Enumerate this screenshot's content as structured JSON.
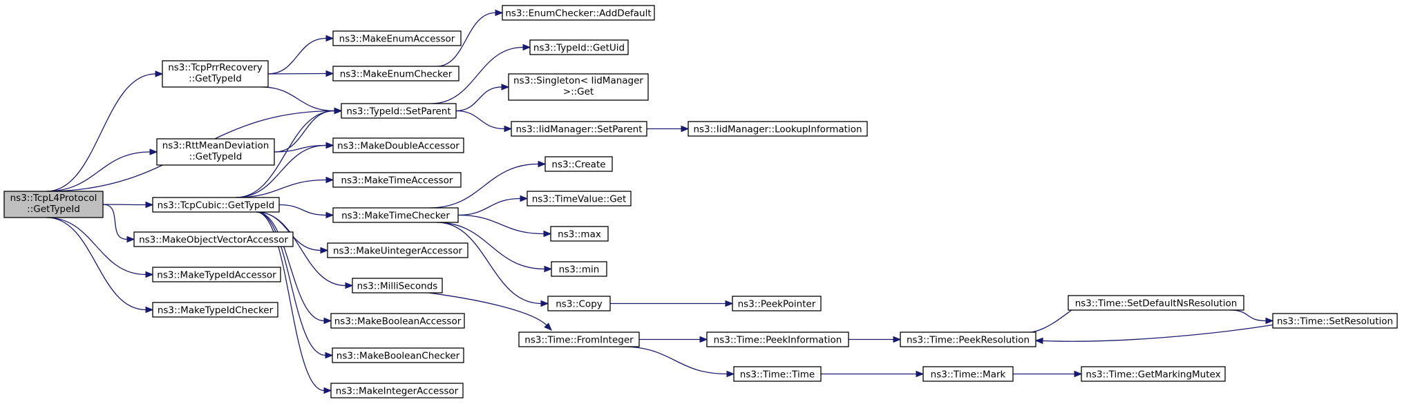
{
  "graph": {
    "nodes": [
      {
        "id": "root",
        "lines": [
          "ns3::TcpL4Protocol",
          "::GetTypeId"
        ],
        "root": true
      },
      {
        "id": "prr",
        "lines": [
          "ns3::TcpPrrRecovery",
          "::GetTypeId"
        ]
      },
      {
        "id": "rtt",
        "lines": [
          "ns3::RttMeanDeviation",
          "::GetTypeId"
        ]
      },
      {
        "id": "cubic",
        "lines": [
          "ns3::TcpCubic::GetTypeId"
        ]
      },
      {
        "id": "movec",
        "lines": [
          "ns3::MakeObjectVectorAccessor"
        ]
      },
      {
        "id": "mtid_acc",
        "lines": [
          "ns3::MakeTypeIdAccessor"
        ]
      },
      {
        "id": "mtid_chk",
        "lines": [
          "ns3::MakeTypeIdChecker"
        ]
      },
      {
        "id": "menum_acc",
        "lines": [
          "ns3::MakeEnumAccessor"
        ]
      },
      {
        "id": "menum_chk",
        "lines": [
          "ns3::MakeEnumChecker"
        ]
      },
      {
        "id": "setparent",
        "lines": [
          "ns3::TypeId::SetParent"
        ]
      },
      {
        "id": "mdouble",
        "lines": [
          "ns3::MakeDoubleAccessor"
        ]
      },
      {
        "id": "mtime_acc",
        "lines": [
          "ns3::MakeTimeAccessor"
        ]
      },
      {
        "id": "mtime_chk",
        "lines": [
          "ns3::MakeTimeChecker"
        ]
      },
      {
        "id": "muint",
        "lines": [
          "ns3::MakeUintegerAccessor"
        ]
      },
      {
        "id": "millis",
        "lines": [
          "ns3::MilliSeconds"
        ]
      },
      {
        "id": "mbool_acc",
        "lines": [
          "ns3::MakeBooleanAccessor"
        ]
      },
      {
        "id": "mbool_chk",
        "lines": [
          "ns3::MakeBooleanChecker"
        ]
      },
      {
        "id": "mint",
        "lines": [
          "ns3::MakeIntegerAccessor"
        ]
      },
      {
        "id": "enumadd",
        "lines": [
          "ns3::EnumChecker::AddDefault"
        ]
      },
      {
        "id": "getuid",
        "lines": [
          "ns3::TypeId::GetUid"
        ]
      },
      {
        "id": "singleton",
        "lines": [
          "ns3::Singleton< IidManager",
          ">::Get"
        ]
      },
      {
        "id": "iidsetparent",
        "lines": [
          "ns3::IidManager::SetParent"
        ]
      },
      {
        "id": "lookup",
        "lines": [
          "ns3::IidManager::LookupInformation"
        ]
      },
      {
        "id": "create",
        "lines": [
          "ns3::Create"
        ]
      },
      {
        "id": "tvget",
        "lines": [
          "ns3::TimeValue::Get"
        ]
      },
      {
        "id": "max",
        "lines": [
          "ns3::max"
        ]
      },
      {
        "id": "min",
        "lines": [
          "ns3::min"
        ]
      },
      {
        "id": "copy",
        "lines": [
          "ns3::Copy"
        ]
      },
      {
        "id": "peekptr",
        "lines": [
          "ns3::PeekPointer"
        ]
      },
      {
        "id": "frominteger",
        "lines": [
          "ns3::Time::FromInteger"
        ]
      },
      {
        "id": "peekinfo",
        "lines": [
          "ns3::Time::PeekInformation"
        ]
      },
      {
        "id": "timetime",
        "lines": [
          "ns3::Time::Time"
        ]
      },
      {
        "id": "peekres",
        "lines": [
          "ns3::Time::PeekResolution"
        ]
      },
      {
        "id": "mark",
        "lines": [
          "ns3::Time::Mark"
        ]
      },
      {
        "id": "setdefault",
        "lines": [
          "ns3::Time::SetDefaultNsResolution"
        ]
      },
      {
        "id": "setres",
        "lines": [
          "ns3::Time::SetResolution"
        ]
      },
      {
        "id": "getmutex",
        "lines": [
          "ns3::Time::GetMarkingMutex"
        ]
      }
    ],
    "edges": [
      [
        "root",
        "prr"
      ],
      [
        "root",
        "setparent"
      ],
      [
        "root",
        "rtt"
      ],
      [
        "root",
        "cubic"
      ],
      [
        "root",
        "movec"
      ],
      [
        "root",
        "mtid_acc"
      ],
      [
        "root",
        "mtid_chk"
      ],
      [
        "prr",
        "menum_acc"
      ],
      [
        "prr",
        "menum_chk"
      ],
      [
        "prr",
        "setparent"
      ],
      [
        "rtt",
        "setparent"
      ],
      [
        "rtt",
        "mdouble"
      ],
      [
        "cubic",
        "setparent"
      ],
      [
        "cubic",
        "mdouble"
      ],
      [
        "cubic",
        "mtime_acc"
      ],
      [
        "cubic",
        "mtime_chk"
      ],
      [
        "cubic",
        "muint"
      ],
      [
        "cubic",
        "millis"
      ],
      [
        "cubic",
        "mbool_acc"
      ],
      [
        "cubic",
        "mbool_chk"
      ],
      [
        "cubic",
        "mint"
      ],
      [
        "menum_chk",
        "enumadd"
      ],
      [
        "setparent",
        "getuid"
      ],
      [
        "setparent",
        "singleton"
      ],
      [
        "setparent",
        "iidsetparent"
      ],
      [
        "iidsetparent",
        "lookup"
      ],
      [
        "mtime_chk",
        "create"
      ],
      [
        "mtime_chk",
        "tvget"
      ],
      [
        "mtime_chk",
        "max"
      ],
      [
        "mtime_chk",
        "min"
      ],
      [
        "mtime_chk",
        "copy"
      ],
      [
        "copy",
        "peekptr"
      ],
      [
        "millis",
        "frominteger"
      ],
      [
        "frominteger",
        "peekinfo"
      ],
      [
        "frominteger",
        "timetime"
      ],
      [
        "peekinfo",
        "peekres"
      ],
      [
        "peekres",
        "setdefault"
      ],
      [
        "setdefault",
        "setres"
      ],
      [
        "setres",
        "peekres"
      ],
      [
        "timetime",
        "mark"
      ],
      [
        "mark",
        "getmutex"
      ]
    ]
  }
}
